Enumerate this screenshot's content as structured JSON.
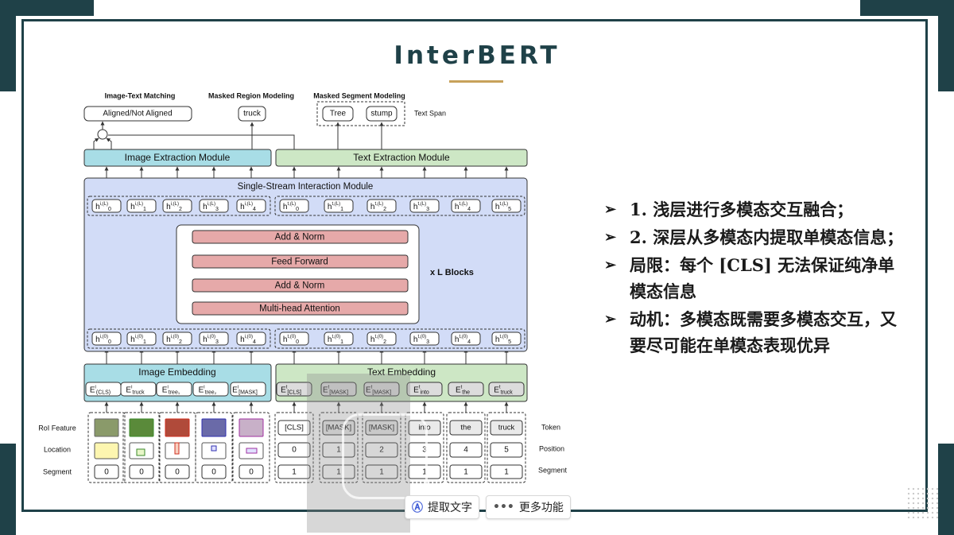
{
  "slide": {
    "title": "InterBERT",
    "colors": {
      "frame": "#1f4148",
      "accent": "#c7a15a"
    }
  },
  "diagram": {
    "tasks": {
      "itm_label": "Image-Text Matching",
      "itm_output": "Aligned/Not Aligned",
      "mrm_label": "Masked Region Modeling",
      "mrm_output": "truck",
      "msm_label": "Masked Segment Modeling",
      "msm_outputs": [
        "Tree",
        "stump"
      ],
      "text_span": "Text Span"
    },
    "image_extraction": "Image Extraction Module",
    "text_extraction": "Text Extraction Module",
    "interaction_module": "Single-Stream Interaction Module",
    "blocks": [
      "Add & Norm",
      "Feed Forward",
      "Add & Norm",
      "Multi-head Attention"
    ],
    "blocks_label": "x L Blocks",
    "hidden_top_image": [
      {
        "base": "h",
        "sup": "i,(L)",
        "sub": "0"
      },
      {
        "base": "h",
        "sup": "i,(L)",
        "sub": "1"
      },
      {
        "base": "h",
        "sup": "i,(L)",
        "sub": "2"
      },
      {
        "base": "h",
        "sup": "i,(L)",
        "sub": "3"
      },
      {
        "base": "h",
        "sup": "i,(L)",
        "sub": "4"
      }
    ],
    "hidden_top_text": [
      {
        "base": "h",
        "sup": "t,(L)",
        "sub": "0"
      },
      {
        "base": "h",
        "sup": "t,(L)",
        "sub": "1"
      },
      {
        "base": "h",
        "sup": "t,(L)",
        "sub": "2"
      },
      {
        "base": "h",
        "sup": "t,(L)",
        "sub": "3"
      },
      {
        "base": "h",
        "sup": "t,(L)",
        "sub": "4"
      },
      {
        "base": "h",
        "sup": "t,(L)",
        "sub": "5"
      }
    ],
    "hidden_bottom_image": [
      {
        "base": "h",
        "sup": "i,(0)",
        "sub": "0"
      },
      {
        "base": "h",
        "sup": "i,(0)",
        "sub": "1"
      },
      {
        "base": "h",
        "sup": "i,(0)",
        "sub": "2"
      },
      {
        "base": "h",
        "sup": "i,(0)",
        "sub": "3"
      },
      {
        "base": "h",
        "sup": "i,(0)",
        "sub": "4"
      }
    ],
    "hidden_bottom_text": [
      {
        "base": "h",
        "sup": "t,(0)",
        "sub": "0"
      },
      {
        "base": "h",
        "sup": "t,(0)",
        "sub": "1"
      },
      {
        "base": "h",
        "sup": "t,(0)",
        "sub": "2"
      },
      {
        "base": "h",
        "sup": "t,(0)",
        "sub": "3"
      },
      {
        "base": "h",
        "sup": "t,(0)",
        "sub": "4"
      },
      {
        "base": "h",
        "sup": "t,(0)",
        "sub": "5"
      }
    ],
    "image_embedding": "Image Embedding",
    "text_embedding": "Text Embedding",
    "image_embeds": [
      {
        "base": "E",
        "sup": "i",
        "sub": "(CLS)"
      },
      {
        "base": "E",
        "sup": "i",
        "sub": "truck"
      },
      {
        "base": "E",
        "sup": "i",
        "sub": "tree₁"
      },
      {
        "base": "E",
        "sup": "i",
        "sub": "tree₂"
      },
      {
        "base": "E",
        "sup": "i",
        "sub": "[MASK]"
      }
    ],
    "text_embeds": [
      {
        "base": "E",
        "sup": "t",
        "sub": "[CLS]"
      },
      {
        "base": "E",
        "sup": "t",
        "sub": "[MASK]"
      },
      {
        "base": "E",
        "sup": "t",
        "sub": "[MASK]"
      },
      {
        "base": "E",
        "sup": "t",
        "sub": "into"
      },
      {
        "base": "E",
        "sup": "t",
        "sub": "the"
      },
      {
        "base": "E",
        "sup": "t",
        "sub": "truck"
      }
    ],
    "row_labels": {
      "roi": "RoI Feature",
      "location": "Location",
      "segment": "Segment",
      "token": "Token",
      "position": "Position",
      "segment_right": "Segment"
    },
    "tokens": [
      "[CLS]",
      "[MASK]",
      "[MASK]",
      "into",
      "the",
      "truck"
    ],
    "positions": [
      "0",
      "1",
      "2",
      "3",
      "4",
      "5"
    ],
    "image_segments": [
      "0",
      "0",
      "0",
      "0",
      "0"
    ],
    "text_segments": [
      "1",
      "1",
      "1",
      "1",
      "1",
      "1"
    ],
    "colors": {
      "image_module": "#a8dde6",
      "text_module": "#cde7c5",
      "interaction": "#d2dcf7",
      "block": "#e6a9a9"
    }
  },
  "bullets": [
    "1. 浅层进行多模态交互融合；",
    "2. 深层从多模态内提取单模态信息；",
    "局限：每个 [CLS] 无法保证纯净单模态信息",
    "动机：多模态既需要多模态交互，又要尽可能在单模态表现优异"
  ],
  "toolbar": {
    "extract_text": "提取文字",
    "more_features": "更多功能",
    "extract_icon": "text-extract-icon",
    "more_icon": "ellipsis-icon"
  }
}
